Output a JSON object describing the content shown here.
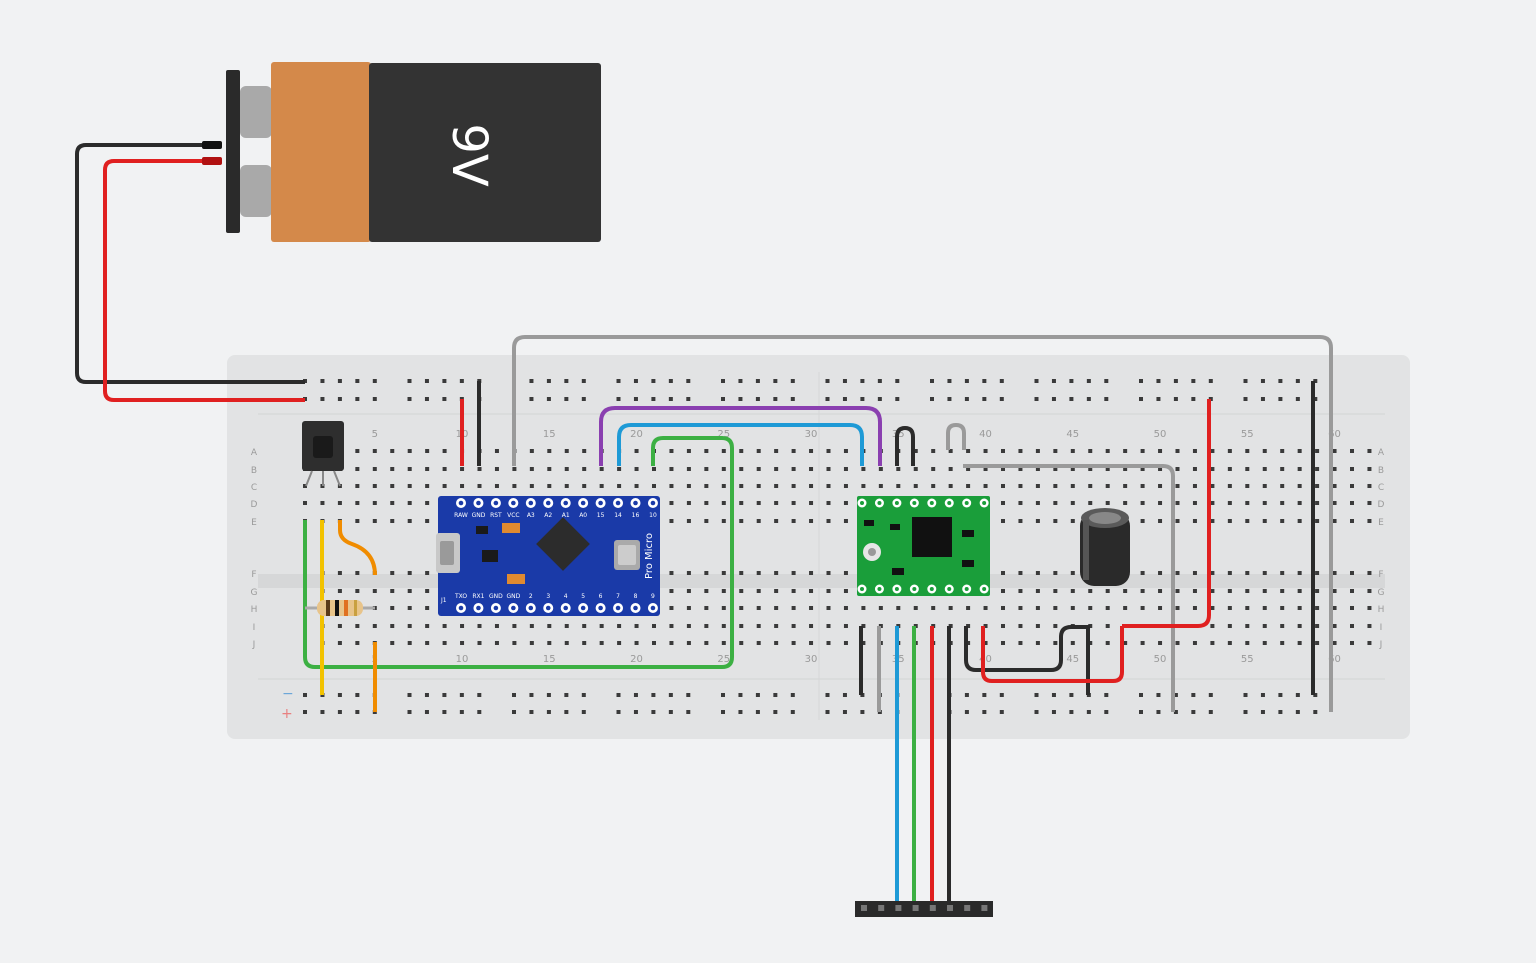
{
  "battery": {
    "label": "9V"
  },
  "breadboard": {
    "column_numbers": [
      "5",
      "10",
      "15",
      "20",
      "25",
      "30",
      "35",
      "40",
      "45",
      "50",
      "55",
      "60"
    ],
    "row_letters_top": [
      "A",
      "B",
      "C",
      "D",
      "E"
    ],
    "row_letters_bottom": [
      "F",
      "G",
      "H",
      "I",
      "J"
    ],
    "rail_minus": "−",
    "rail_plus": "+"
  },
  "pro_micro": {
    "top_pins": [
      "RAW",
      "GND",
      "RST",
      "VCC",
      "A3",
      "A2",
      "A1",
      "A0",
      "15",
      "14",
      "16",
      "10"
    ],
    "bottom_pins": [
      "TXO",
      "RX1",
      "GND",
      "GND",
      "2",
      "3",
      "4",
      "5",
      "6",
      "7",
      "8",
      "9"
    ],
    "side_label": "Pro Micro",
    "j1_label": "J1"
  },
  "colors": {
    "wire_black": "#2b2b2b",
    "wire_red": "#e02020",
    "wire_gray": "#9a9a9a",
    "wire_purple": "#8a3fb0",
    "wire_blue": "#1e9ad6",
    "wire_green": "#3cb043",
    "wire_yellow": "#f2c200",
    "wire_orange": "#f08c00",
    "board_blue": "#1a3aa8",
    "board_green": "#1a9e3a",
    "battery_orange": "#d4894a",
    "battery_black": "#333333"
  }
}
